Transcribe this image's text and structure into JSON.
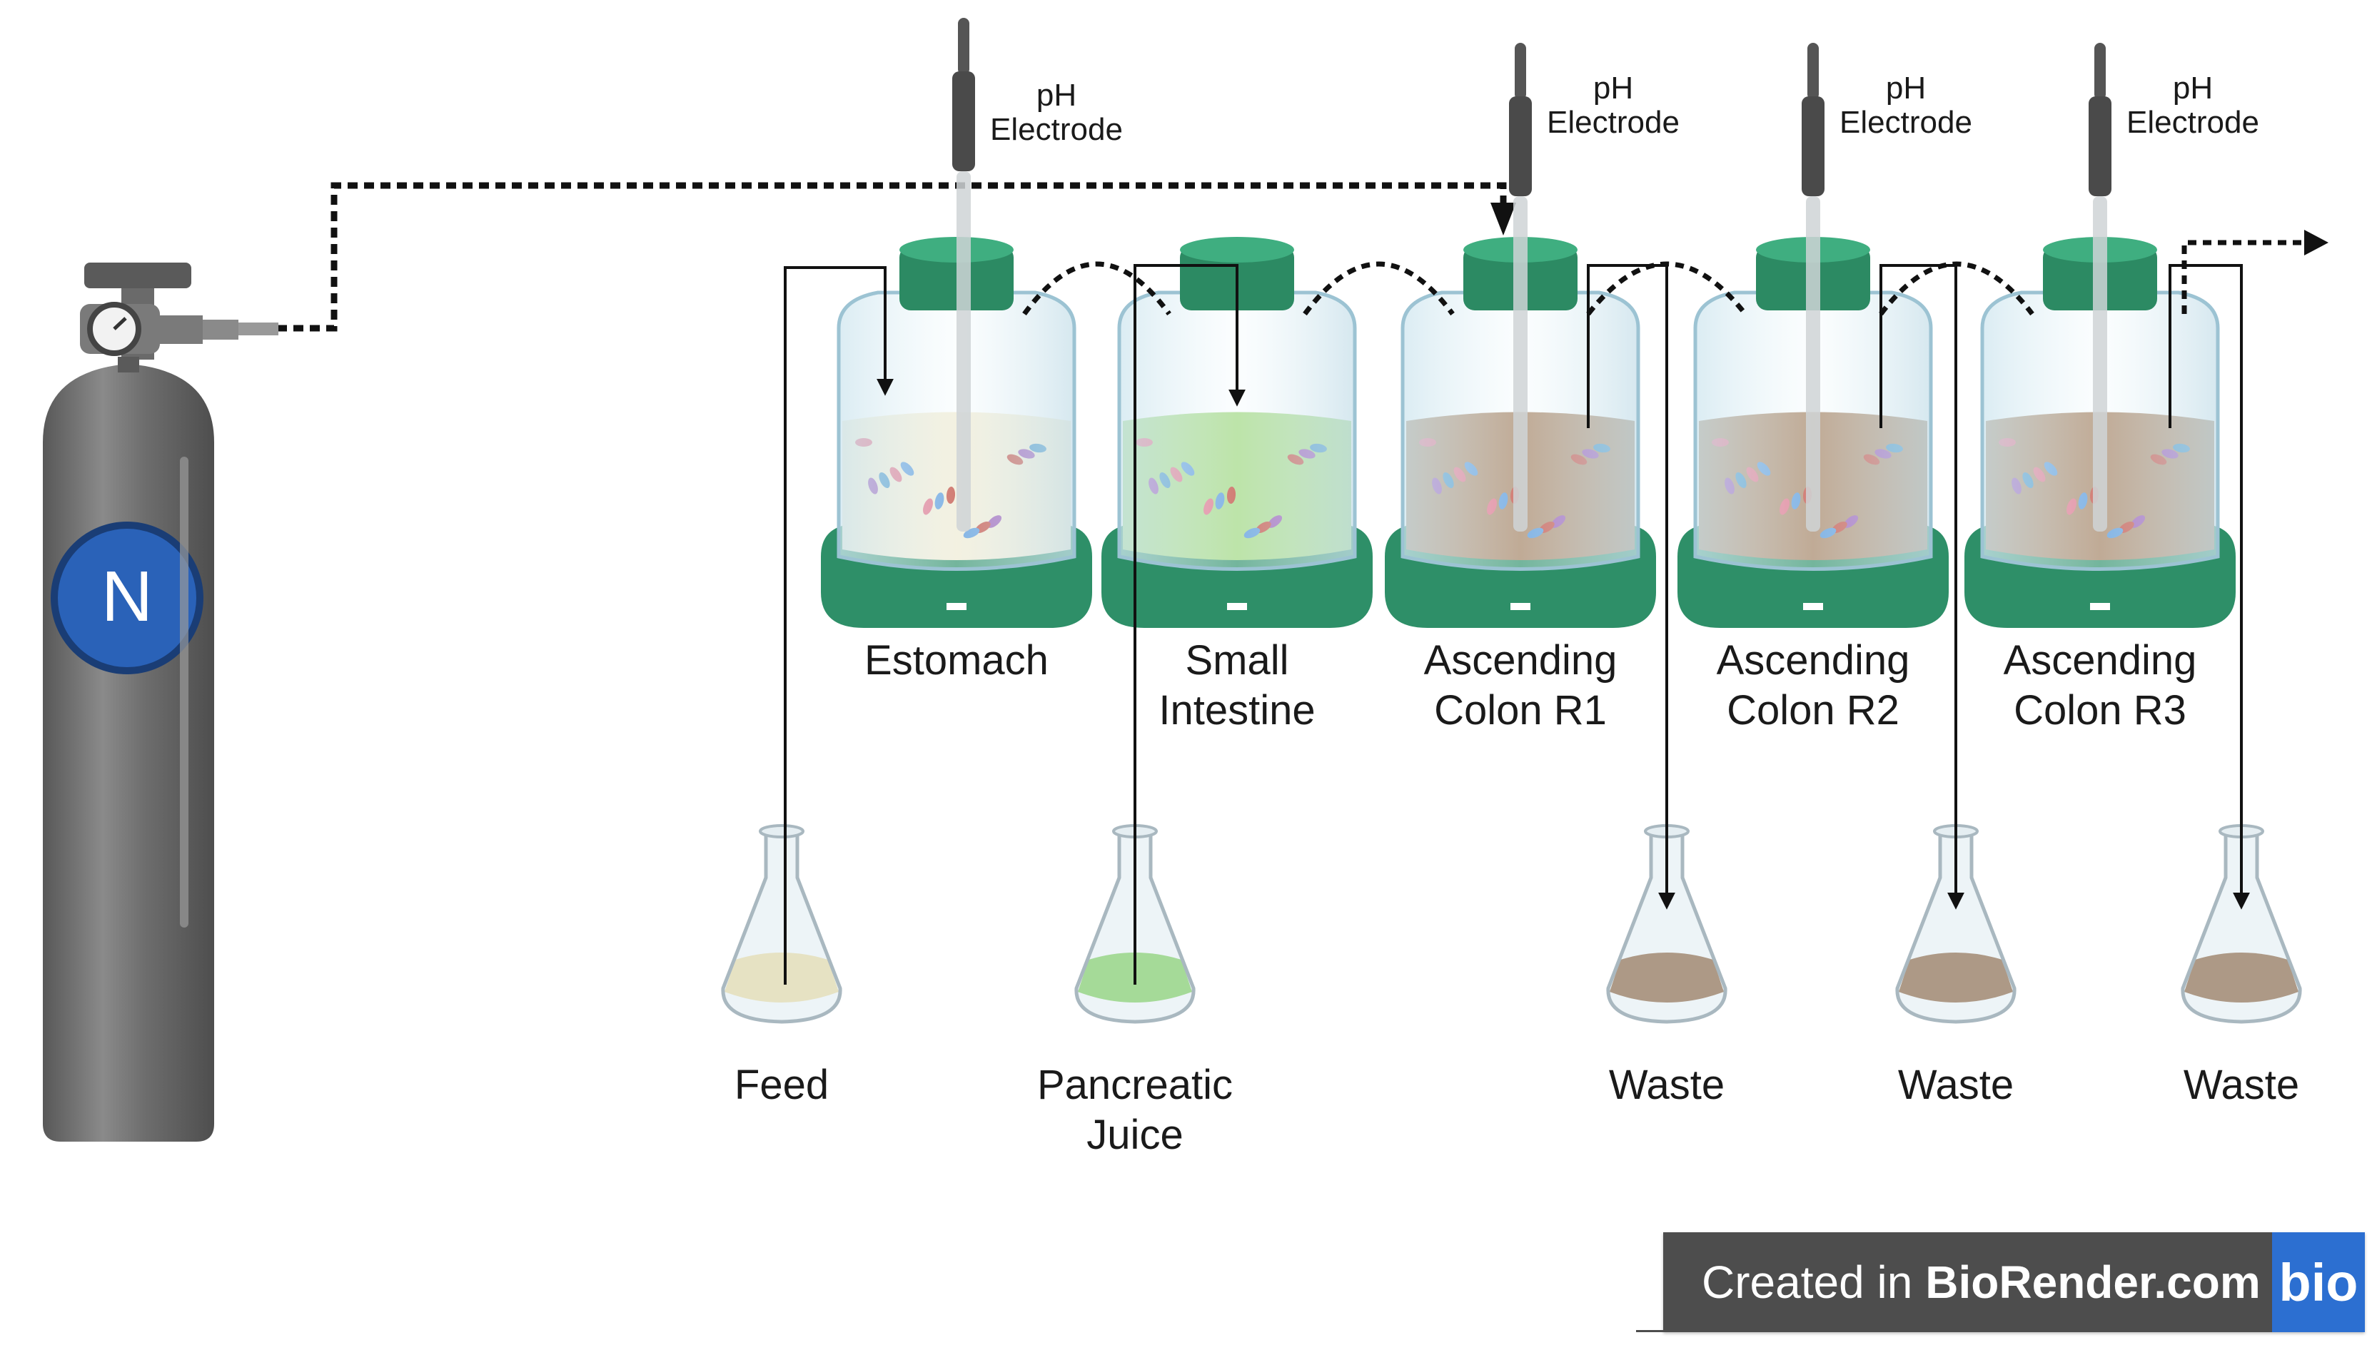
{
  "gas": {
    "symbol": "N"
  },
  "electrode_label": {
    "line1": "pH",
    "line2": "Electrode"
  },
  "reactors": [
    {
      "line1": "Estomach",
      "line2": "",
      "liquid": "#f3ecd2"
    },
    {
      "line1": "Small",
      "line2": "Intestine",
      "liquid": "#9fd77c"
    },
    {
      "line1": "Ascending",
      "line2": "Colon R1",
      "liquid": "#a47f5e"
    },
    {
      "line1": "Ascending",
      "line2": "Colon R2",
      "liquid": "#a47f5e"
    },
    {
      "line1": "Ascending",
      "line2": "Colon R3",
      "liquid": "#a47f5e"
    }
  ],
  "flasks": [
    {
      "line1": "Feed",
      "line2": "",
      "liquid": "#f2dea0"
    },
    {
      "line1": "Pancreatic",
      "line2": "Juice",
      "liquid": "#7ccf52"
    },
    {
      "line1": "Waste",
      "line2": "",
      "liquid": "#8b5a32"
    },
    {
      "line1": "Waste",
      "line2": "",
      "liquid": "#8b5a32"
    },
    {
      "line1": "Waste",
      "line2": "",
      "liquid": "#8b5a32"
    }
  ],
  "colors": {
    "cylinder": "#6b6b6b",
    "nitrogen_badge": "#2a62b8",
    "reactor_base": "#2e8f68",
    "reactor_cap": "#2c8a63"
  },
  "badge": {
    "prefix": "Created in",
    "brand": "BioRender.com",
    "logo": "bio"
  }
}
